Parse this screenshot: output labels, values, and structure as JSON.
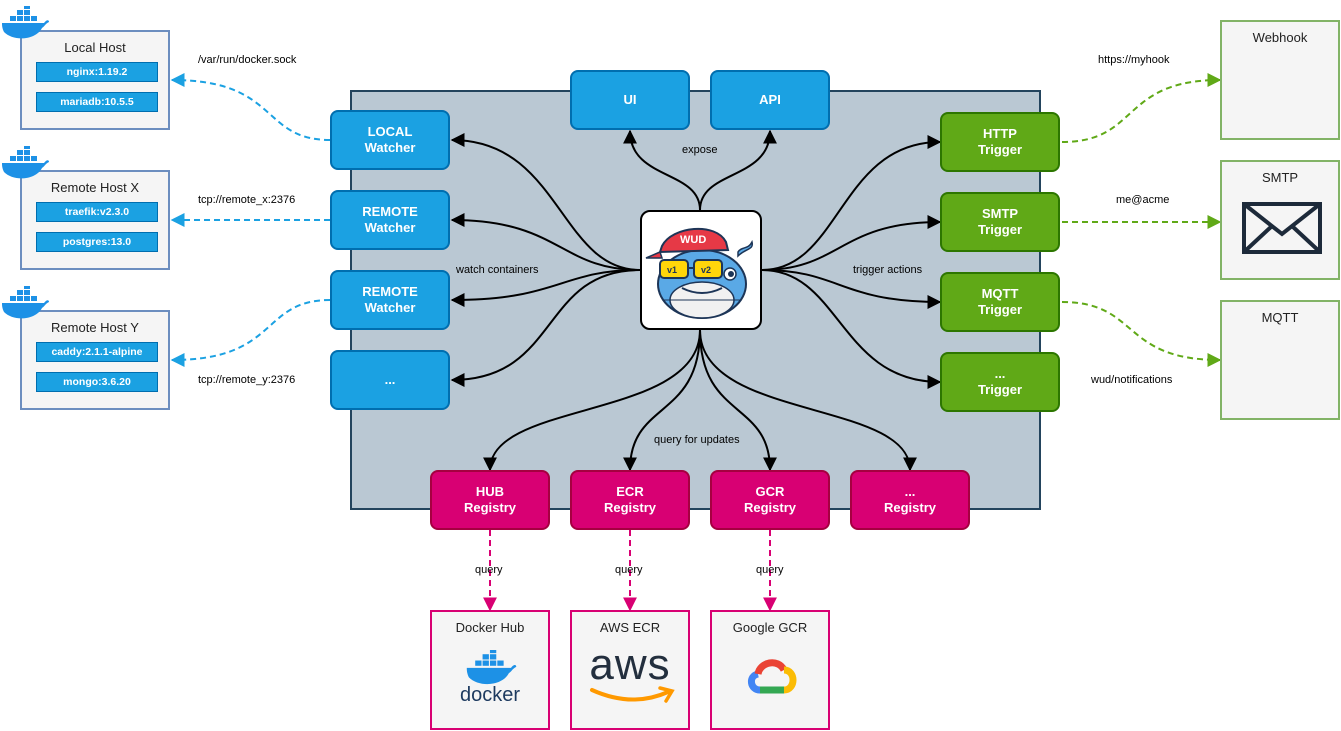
{
  "core": {
    "ui": "UI",
    "api": "API",
    "expose": "expose",
    "watch_containers": "watch containers",
    "trigger_actions": "trigger actions",
    "query_for_updates": "query for updates"
  },
  "watchers": [
    {
      "line1": "LOCAL",
      "line2": "Watcher"
    },
    {
      "line1": "REMOTE",
      "line2": "Watcher"
    },
    {
      "line1": "REMOTE",
      "line2": "Watcher"
    },
    {
      "line1": "...",
      "line2": ""
    }
  ],
  "triggers": [
    {
      "line1": "HTTP",
      "line2": "Trigger"
    },
    {
      "line1": "SMTP",
      "line2": "Trigger"
    },
    {
      "line1": "MQTT",
      "line2": "Trigger"
    },
    {
      "line1": "...",
      "line2": "Trigger"
    }
  ],
  "registries": [
    {
      "line1": "HUB",
      "line2": "Registry"
    },
    {
      "line1": "ECR",
      "line2": "Registry"
    },
    {
      "line1": "GCR",
      "line2": "Registry"
    },
    {
      "line1": "...",
      "line2": "Registry"
    }
  ],
  "hosts": [
    {
      "title": "Local Host",
      "containers": [
        "nginx:1.19.2",
        "mariadb:10.5.5"
      ],
      "link": "/var/run/docker.sock"
    },
    {
      "title": "Remote Host X",
      "containers": [
        "traefik:v2.3.0",
        "postgres:13.0"
      ],
      "link": "tcp://remote_x:2376"
    },
    {
      "title": "Remote Host Y",
      "containers": [
        "caddy:2.1.1-alpine",
        "mongo:3.6.20"
      ],
      "link": "tcp://remote_y:2376"
    }
  ],
  "targets": [
    {
      "title": "Webhook",
      "link": "https://myhook"
    },
    {
      "title": "SMTP",
      "link": "me@acme"
    },
    {
      "title": "MQTT",
      "link": "wud/notifications"
    }
  ],
  "providers": [
    {
      "title": "Docker Hub",
      "logo_text": "docker",
      "query": "query"
    },
    {
      "title": "AWS ECR",
      "logo_text": "aws",
      "query": "query"
    },
    {
      "title": "Google GCR",
      "logo_text": "",
      "query": "query"
    }
  ],
  "mascot": {
    "cap_text": "WUD",
    "lens_left": "v1",
    "lens_right": "v2"
  },
  "colors": {
    "watcher": "#1ba1e2",
    "trigger": "#60a917",
    "registry": "#d80073",
    "core_bg": "#bac8d3"
  },
  "icons": {
    "docker_whale": "docker-whale-icon",
    "envelope": "envelope-icon",
    "gcloud": "google-cloud-icon"
  }
}
